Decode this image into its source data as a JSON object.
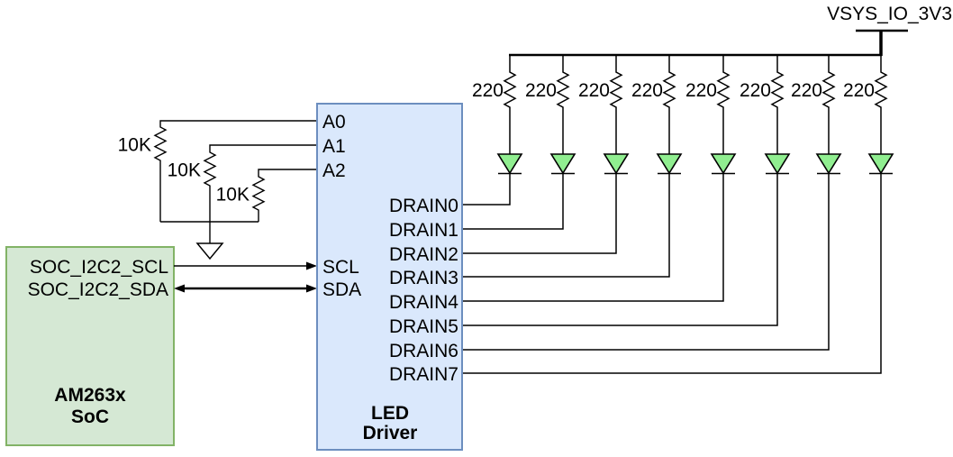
{
  "schematic": {
    "power_rail": {
      "net_label": "VSYS_IO_3V3"
    },
    "soc_block": {
      "pin_scl": "SOC_I2C2_SCL",
      "pin_sda": "SOC_I2C2_SDA",
      "title_line1": "AM263x",
      "title_line2": "SoC",
      "fill_color": "#d5e8d4",
      "border_color": "#82b366"
    },
    "driver_block": {
      "title_line1": "LED",
      "title_line2": "Driver",
      "address_pins": [
        "A0",
        "A1",
        "A2"
      ],
      "i2c_pins": [
        "SCL",
        "SDA"
      ],
      "drain_pins": [
        "DRAIN0",
        "DRAIN1",
        "DRAIN2",
        "DRAIN3",
        "DRAIN4",
        "DRAIN5",
        "DRAIN6",
        "DRAIN7"
      ],
      "fill_color": "#dae8fc",
      "border_color": "#6c8ebf"
    },
    "pullup_resistors": {
      "values": [
        "10K",
        "10K",
        "10K"
      ]
    },
    "series_resistors": {
      "values": [
        "220",
        "220",
        "220",
        "220",
        "220",
        "220",
        "220",
        "220"
      ]
    },
    "led_count": 8,
    "led_fill_color": "#90EE90",
    "wire_color": "#000000"
  }
}
